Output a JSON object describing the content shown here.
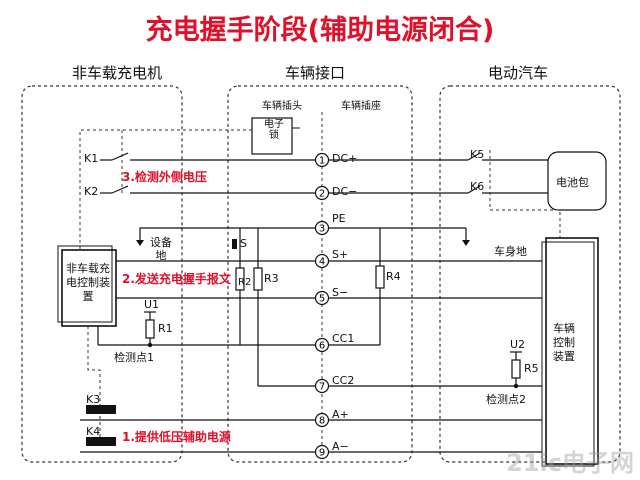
{
  "title": "充电握手阶段(辅助电源闭合)",
  "sections": {
    "charger": "非车载充电机",
    "interface": "车辆接口",
    "vehicle": "电动汽车"
  },
  "interface_labels": {
    "plug": "车辆插头",
    "socket": "车辆插座"
  },
  "components": {
    "e_lock": "电子锁",
    "battery": "电池包",
    "charger_controller": "非车载充电控制装置",
    "vehicle_controller": "车辆控制装置",
    "device_ground": "设备地",
    "body_ground": "车身地",
    "switch_s": "S",
    "u1": "U1",
    "u2": "U2",
    "r1": "R1",
    "r2": "R2",
    "r3": "R3",
    "r4": "R4",
    "r5": "R5",
    "k1": "K1",
    "k2": "K2",
    "k3": "K3",
    "k4": "K4",
    "k5": "K5",
    "k6": "K6",
    "test_point_1": "检测点1",
    "test_point_2": "检测点2"
  },
  "pins": [
    {
      "num": "1",
      "name": "DC+"
    },
    {
      "num": "2",
      "name": "DC−"
    },
    {
      "num": "3",
      "name": "PE"
    },
    {
      "num": "4",
      "name": "S+"
    },
    {
      "num": "5",
      "name": "S−"
    },
    {
      "num": "6",
      "name": "CC1"
    },
    {
      "num": "7",
      "name": "CC2"
    },
    {
      "num": "8",
      "name": "A+"
    },
    {
      "num": "9",
      "name": "A−"
    }
  ],
  "steps": {
    "step1": "1.提供低压辅助电源",
    "step2": "2.发送充电握手报文",
    "step3": "3.检测外侧电压"
  },
  "colors": {
    "title": "#e0102a",
    "annotation": "#e0102a",
    "line": "#111111"
  },
  "watermark": "21ic电子网"
}
